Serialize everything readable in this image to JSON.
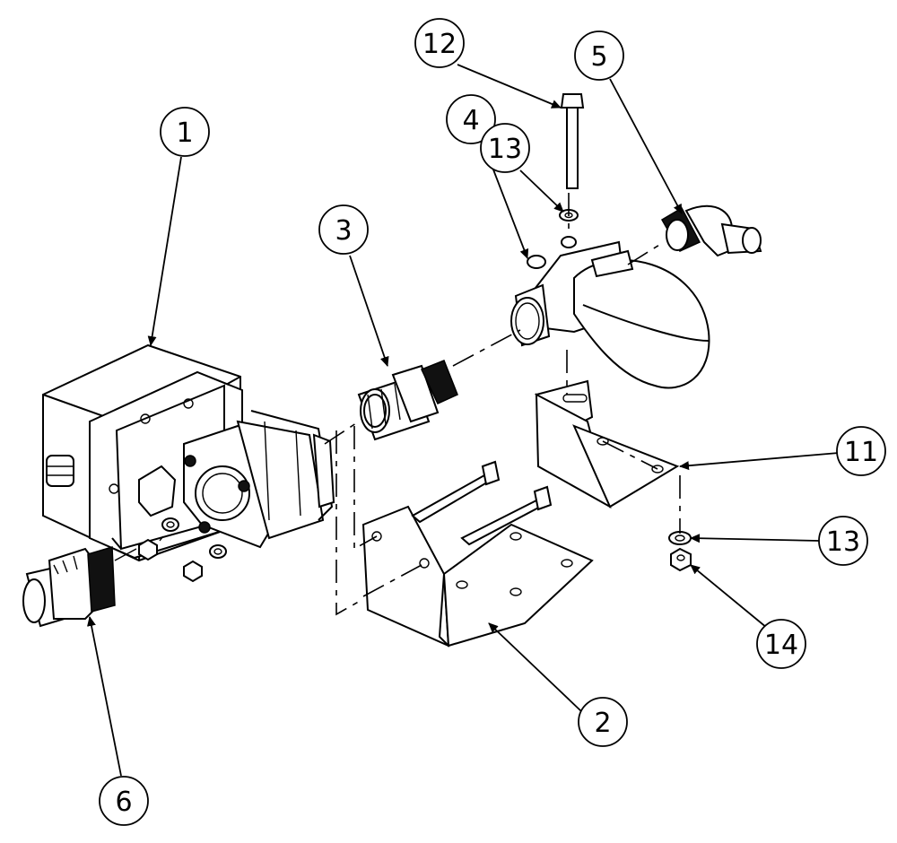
{
  "diagram": {
    "callouts": [
      {
        "id": "c1",
        "label": "1"
      },
      {
        "id": "c2",
        "label": "2"
      },
      {
        "id": "c3",
        "label": "3"
      },
      {
        "id": "c4",
        "label": "4"
      },
      {
        "id": "c5",
        "label": "5"
      },
      {
        "id": "c6",
        "label": "6"
      },
      {
        "id": "c11",
        "label": "11"
      },
      {
        "id": "c12",
        "label": "12"
      },
      {
        "id": "c13a",
        "label": "13"
      },
      {
        "id": "c13b",
        "label": "13"
      },
      {
        "id": "c14",
        "label": "14"
      }
    ]
  }
}
